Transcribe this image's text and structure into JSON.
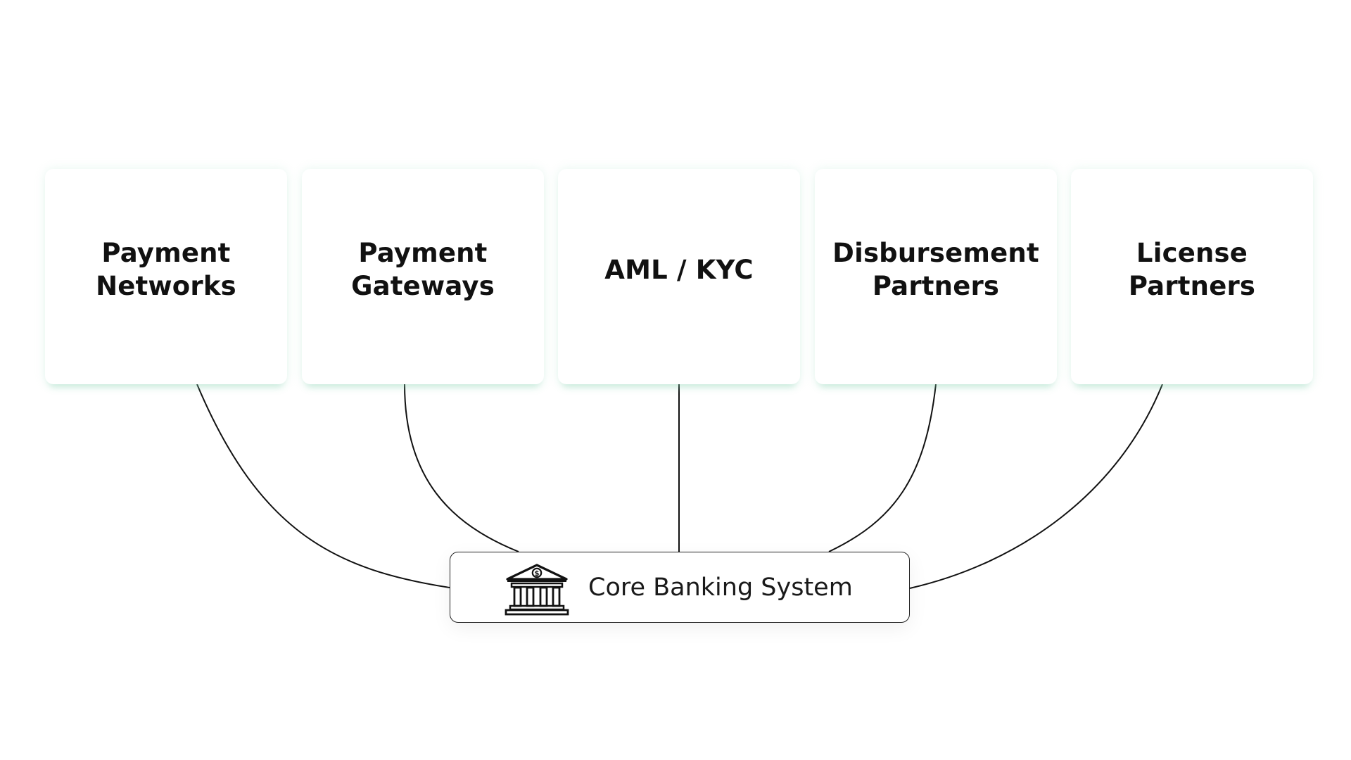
{
  "partners": [
    {
      "id": "payment-networks",
      "label": "Payment\nNetworks"
    },
    {
      "id": "payment-gateways",
      "label": "Payment\nGateways"
    },
    {
      "id": "aml-kyc",
      "label": "AML / KYC"
    },
    {
      "id": "disbursement-partners",
      "label": "Disbursement\nPartners"
    },
    {
      "id": "license-partners",
      "label": "License\nPartners"
    }
  ],
  "core": {
    "label": "Core Banking System",
    "icon": "bank-icon"
  },
  "colors": {
    "connector": "#111111",
    "card_glow": "#78cdaa",
    "text": "#111111"
  }
}
